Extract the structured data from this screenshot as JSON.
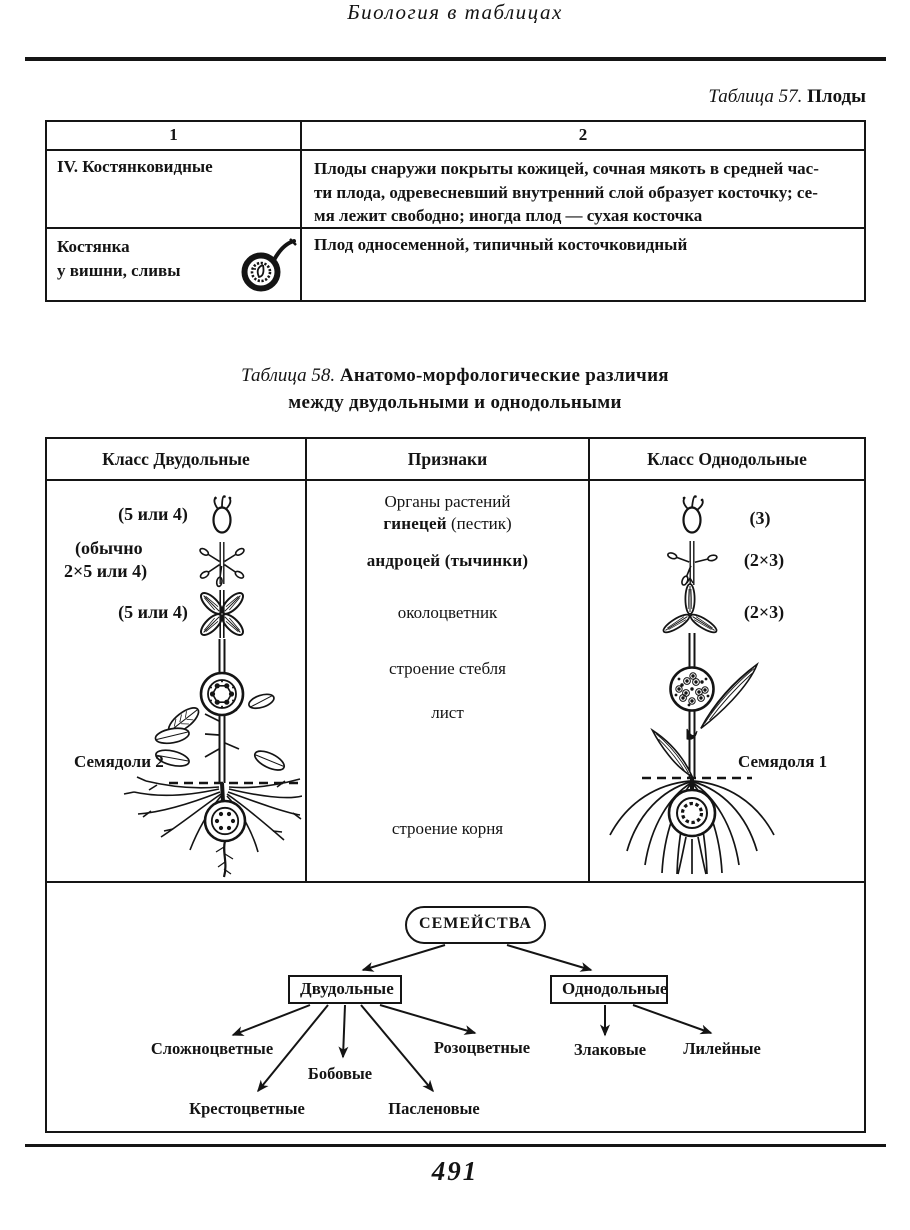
{
  "page": {
    "running_head": "Биология в таблицах",
    "page_number": "491"
  },
  "colors": {
    "ink": "#141414",
    "paper": "#ffffff"
  },
  "icons": {
    "drupe": "cherry-drupe-cross-section-drawing",
    "dicot_pistil": "pistil-diagram-icon",
    "dicot_stamens": "five-stamens-diagram-icon",
    "dicot_perianth": "four-petal-perianth-icon",
    "dicot_plant": "dicot-plant-stem-leaf-root-drawing",
    "monocot_pistil": "pistil-diagram-icon",
    "monocot_stamens": "three-stamens-diagram-icon",
    "monocot_perianth": "three-petal-perianth-icon",
    "monocot_plant": "monocot-plant-stem-leaf-root-drawing"
  },
  "table57": {
    "caption_italic": "Таблица 57.",
    "caption_bold": " Плоды",
    "col_headers": [
      "1",
      "2"
    ],
    "row1_left": "IV. Костянковидные",
    "row1_right_lines": [
      "Плоды снаружи покрыты кожицей, сочная мякоть в средней час-",
      "ти плода, одревесневший внутренний слой образует косточку; се-",
      "мя лежит свободно; иногда плод — сухая косточка"
    ],
    "row2_left_lines": [
      "Костянка",
      "у вишни, сливы"
    ],
    "row2_right": "Плод односеменной, типичный косточковидный"
  },
  "table58": {
    "caption_italic": "Таблица 58. ",
    "caption_line1": "Анатомо-морфологические различия",
    "caption_line2": "между двудольными и однодольными",
    "col_headers": [
      "Класс Двудольные",
      "Признаки",
      "Класс Однодольные"
    ],
    "features": {
      "organs_title": "Органы растений",
      "gynoecium_bold": "гинецей",
      "gynoecium_rest": " (пестик)",
      "androecium_bold": "андроцей",
      "androecium_rest": " (тычинки)",
      "perianth": "околоцветник",
      "stem": "строение стебля",
      "leaf": "лист",
      "root": "строение корня"
    },
    "dicot": {
      "gynoecium_value": "(5 или 4)",
      "androecium_line1": "(обычно",
      "androecium_line2": "2×5 или 4)",
      "perianth_value": "(5 или 4)",
      "cotyledons_label": "Семядоли 2"
    },
    "monocot": {
      "gynoecium_value": "(3)",
      "androecium_value": "(2×3)",
      "perianth_value": "(2×3)",
      "cotyledons_label": "Семядоля 1"
    },
    "diagram": {
      "root_label": "СЕМЕЙСТВА",
      "dicot_label": "Двудольные",
      "monocot_label": "Однодольные",
      "dicot_families": [
        "Сложноцветные",
        "Бобовые",
        "Крестоцветные",
        "Пасленовые",
        "Розоцветные"
      ],
      "monocot_families": [
        "Злаковые",
        "Лилейные"
      ]
    }
  }
}
